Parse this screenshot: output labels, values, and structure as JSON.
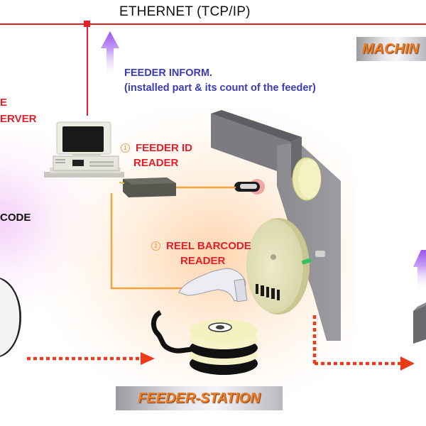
{
  "network": {
    "label": "ETHERNET (TCP/IP)",
    "color": "#e3202a"
  },
  "feeder_info": {
    "line1": "FEEDER INFORM.",
    "line2": "(installed part & its count of the feeder)",
    "color": "#3a3ab4"
  },
  "server": {
    "line1": "E",
    "line2": "ERVER"
  },
  "left_partial": {
    "label": "CODE"
  },
  "sections": {
    "machine": "MACHIN",
    "feeder_station": "FEEDER-STATION"
  },
  "readers": [
    {
      "number": "1",
      "line1": "FEEDER ID",
      "line2": "READER"
    },
    {
      "number": "2",
      "line1": "REEL BARCODE",
      "line2": "READER"
    }
  ],
  "colors": {
    "accent_red": "#e3202a",
    "connection_orange": "#f2a33a",
    "upload_arrow": "#a060f0",
    "flow_arrow": "#ee3a1c",
    "caption_orange": "#f07a1e"
  },
  "icons": {
    "computer": "computer-icon",
    "reader_box": "feeder-id-reader-icon",
    "barcode_scanner": "barcode-scanner-icon",
    "reel": "component-reel-icon",
    "feeder": "feeder-icon"
  }
}
